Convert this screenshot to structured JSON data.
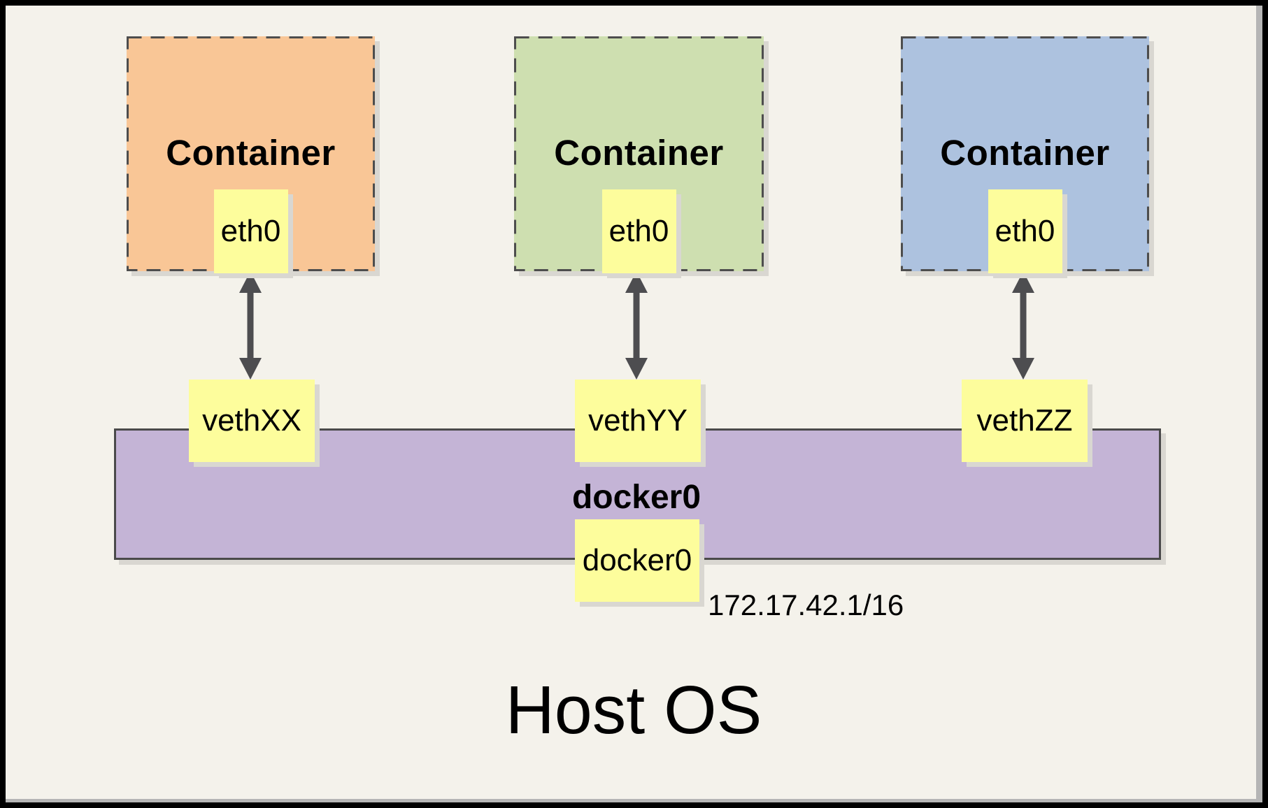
{
  "colors": {
    "background": "#F4F2EB",
    "frame_border": "#000000",
    "dashed_border": "#4D4D4D",
    "bar_border": "#4A4A4A",
    "arrow": "#4D4D50",
    "note_yellow": "#FDFD9C",
    "bridge_purple": "#C4B4D6",
    "container_orange": "#F9C696",
    "container_green": "#CEDFB0",
    "container_blue": "#ADC2DF",
    "shadow_gray": "#D9D7D1"
  },
  "containers": [
    {
      "label": "Container",
      "interface": "eth0",
      "veth": "vethXX",
      "fill": "#F9C696"
    },
    {
      "label": "Container",
      "interface": "eth0",
      "veth": "vethYY",
      "fill": "#CEDFB0"
    },
    {
      "label": "Container",
      "interface": "eth0",
      "veth": "vethZZ",
      "fill": "#ADC2DF"
    }
  ],
  "bridge": {
    "label": "docker0",
    "interface_label": "docker0",
    "ip_address": "172.17.42.1/16"
  },
  "host": {
    "label": "Host OS"
  }
}
